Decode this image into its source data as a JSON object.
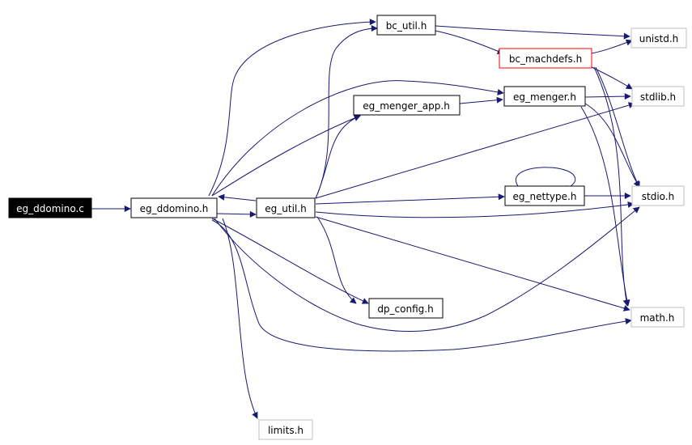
{
  "graph": {
    "nodes": [
      {
        "id": "eg_ddomino_c",
        "label": "eg_ddomino.c",
        "style": "root"
      },
      {
        "id": "eg_ddomino_h",
        "label": "eg_ddomino.h",
        "style": "normal"
      },
      {
        "id": "eg_util_h",
        "label": "eg_util.h",
        "style": "normal"
      },
      {
        "id": "bc_util_h",
        "label": "bc_util.h",
        "style": "normal"
      },
      {
        "id": "bc_machdefs_h",
        "label": "bc_machdefs.h",
        "style": "truncated"
      },
      {
        "id": "unistd_h",
        "label": "unistd.h",
        "style": "system"
      },
      {
        "id": "eg_menger_app_h",
        "label": "eg_menger_app.h",
        "style": "normal"
      },
      {
        "id": "eg_menger_h",
        "label": "eg_menger.h",
        "style": "normal"
      },
      {
        "id": "stdlib_h",
        "label": "stdlib.h",
        "style": "system"
      },
      {
        "id": "eg_nettype_h",
        "label": "eg_nettype.h",
        "style": "normal"
      },
      {
        "id": "stdio_h",
        "label": "stdio.h",
        "style": "system"
      },
      {
        "id": "dp_config_h",
        "label": "dp_config.h",
        "style": "normal"
      },
      {
        "id": "math_h",
        "label": "math.h",
        "style": "system"
      },
      {
        "id": "limits_h",
        "label": "limits.h",
        "style": "system"
      }
    ],
    "colors": {
      "edge": "#191970",
      "root_fill": "#000000",
      "root_text": "#ffffff",
      "normal_border": "#000000",
      "system_border": "#bfbfbf",
      "truncated_border": "#ff0000"
    }
  }
}
